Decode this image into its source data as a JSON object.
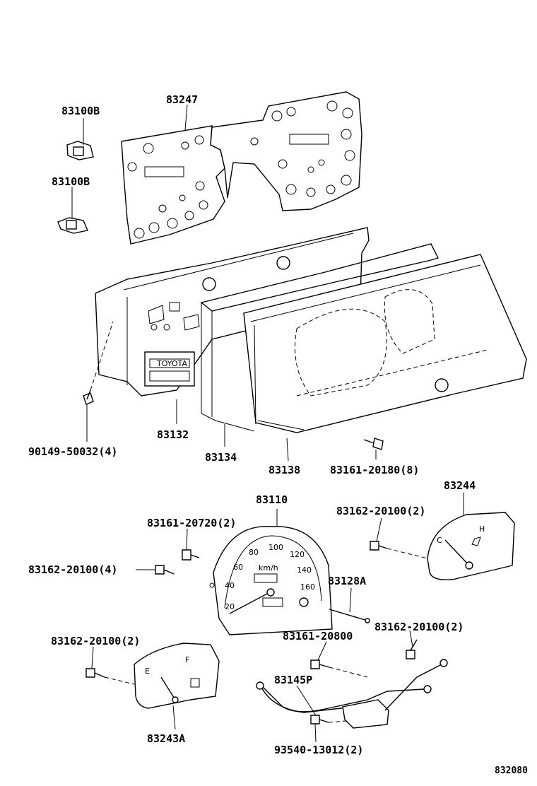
{
  "labels": {
    "l83100B_1": "83100B",
    "l83247": "83247",
    "l83100B_2": "83100B",
    "l83132": "83132",
    "l90149": "90149-50032(4)",
    "l83134": "83134",
    "l83138": "83138",
    "l83161_20180": "83161-20180(8)",
    "l83244": "83244",
    "l83110": "83110",
    "l83161_20720": "83161-20720(2)",
    "l83162_20100_2a": "83162-20100(2)",
    "l83162_20100_4": "83162-20100(4)",
    "l83128A": "83128A",
    "l83162_20100_2b": "83162-20100(2)",
    "l83162_20100_2c": "83162-20100(2)",
    "l83161_20800": "83161-20800",
    "l83145P": "83145P",
    "l83243A": "83243A",
    "l93540": "93540-13012(2)",
    "diagram_id": "832080"
  },
  "speedo": {
    "unit": "km/h",
    "ticks": [
      "20",
      "40",
      "60",
      "80",
      "100",
      "120",
      "140",
      "160"
    ]
  },
  "fuel": {
    "e": "E",
    "f": "F"
  },
  "temp": {
    "c": "C",
    "h": "H"
  },
  "card": {
    "text": "TOYOTA"
  }
}
